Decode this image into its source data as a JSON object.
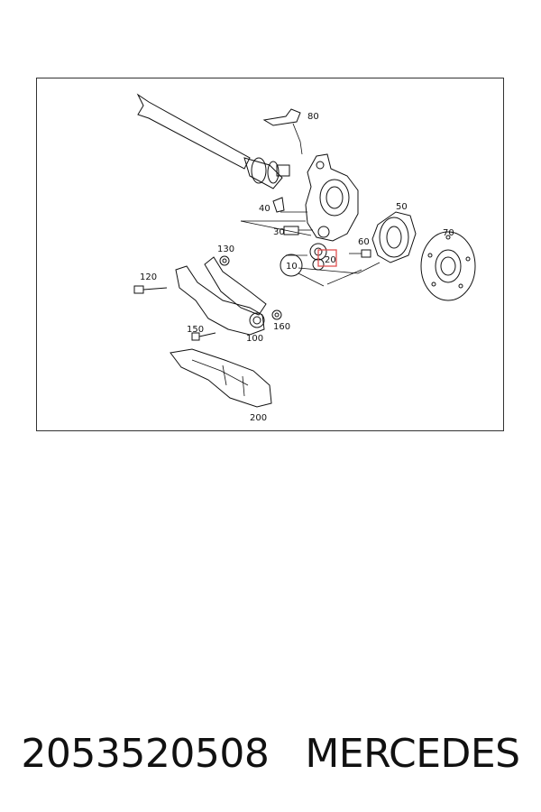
{
  "diagram": {
    "callouts": {
      "c10": "10",
      "c20": "20",
      "c30": "30",
      "c40": "40",
      "c50": "50",
      "c60": "60",
      "c70": "70",
      "c80": "80",
      "c100": "100",
      "c120": "120",
      "c130": "130",
      "c150": "150",
      "c160": "160",
      "c200": "200"
    },
    "highlight_color": "#e05050"
  },
  "caption": {
    "part_number": "2053520508",
    "brand": "MERCEDES"
  }
}
